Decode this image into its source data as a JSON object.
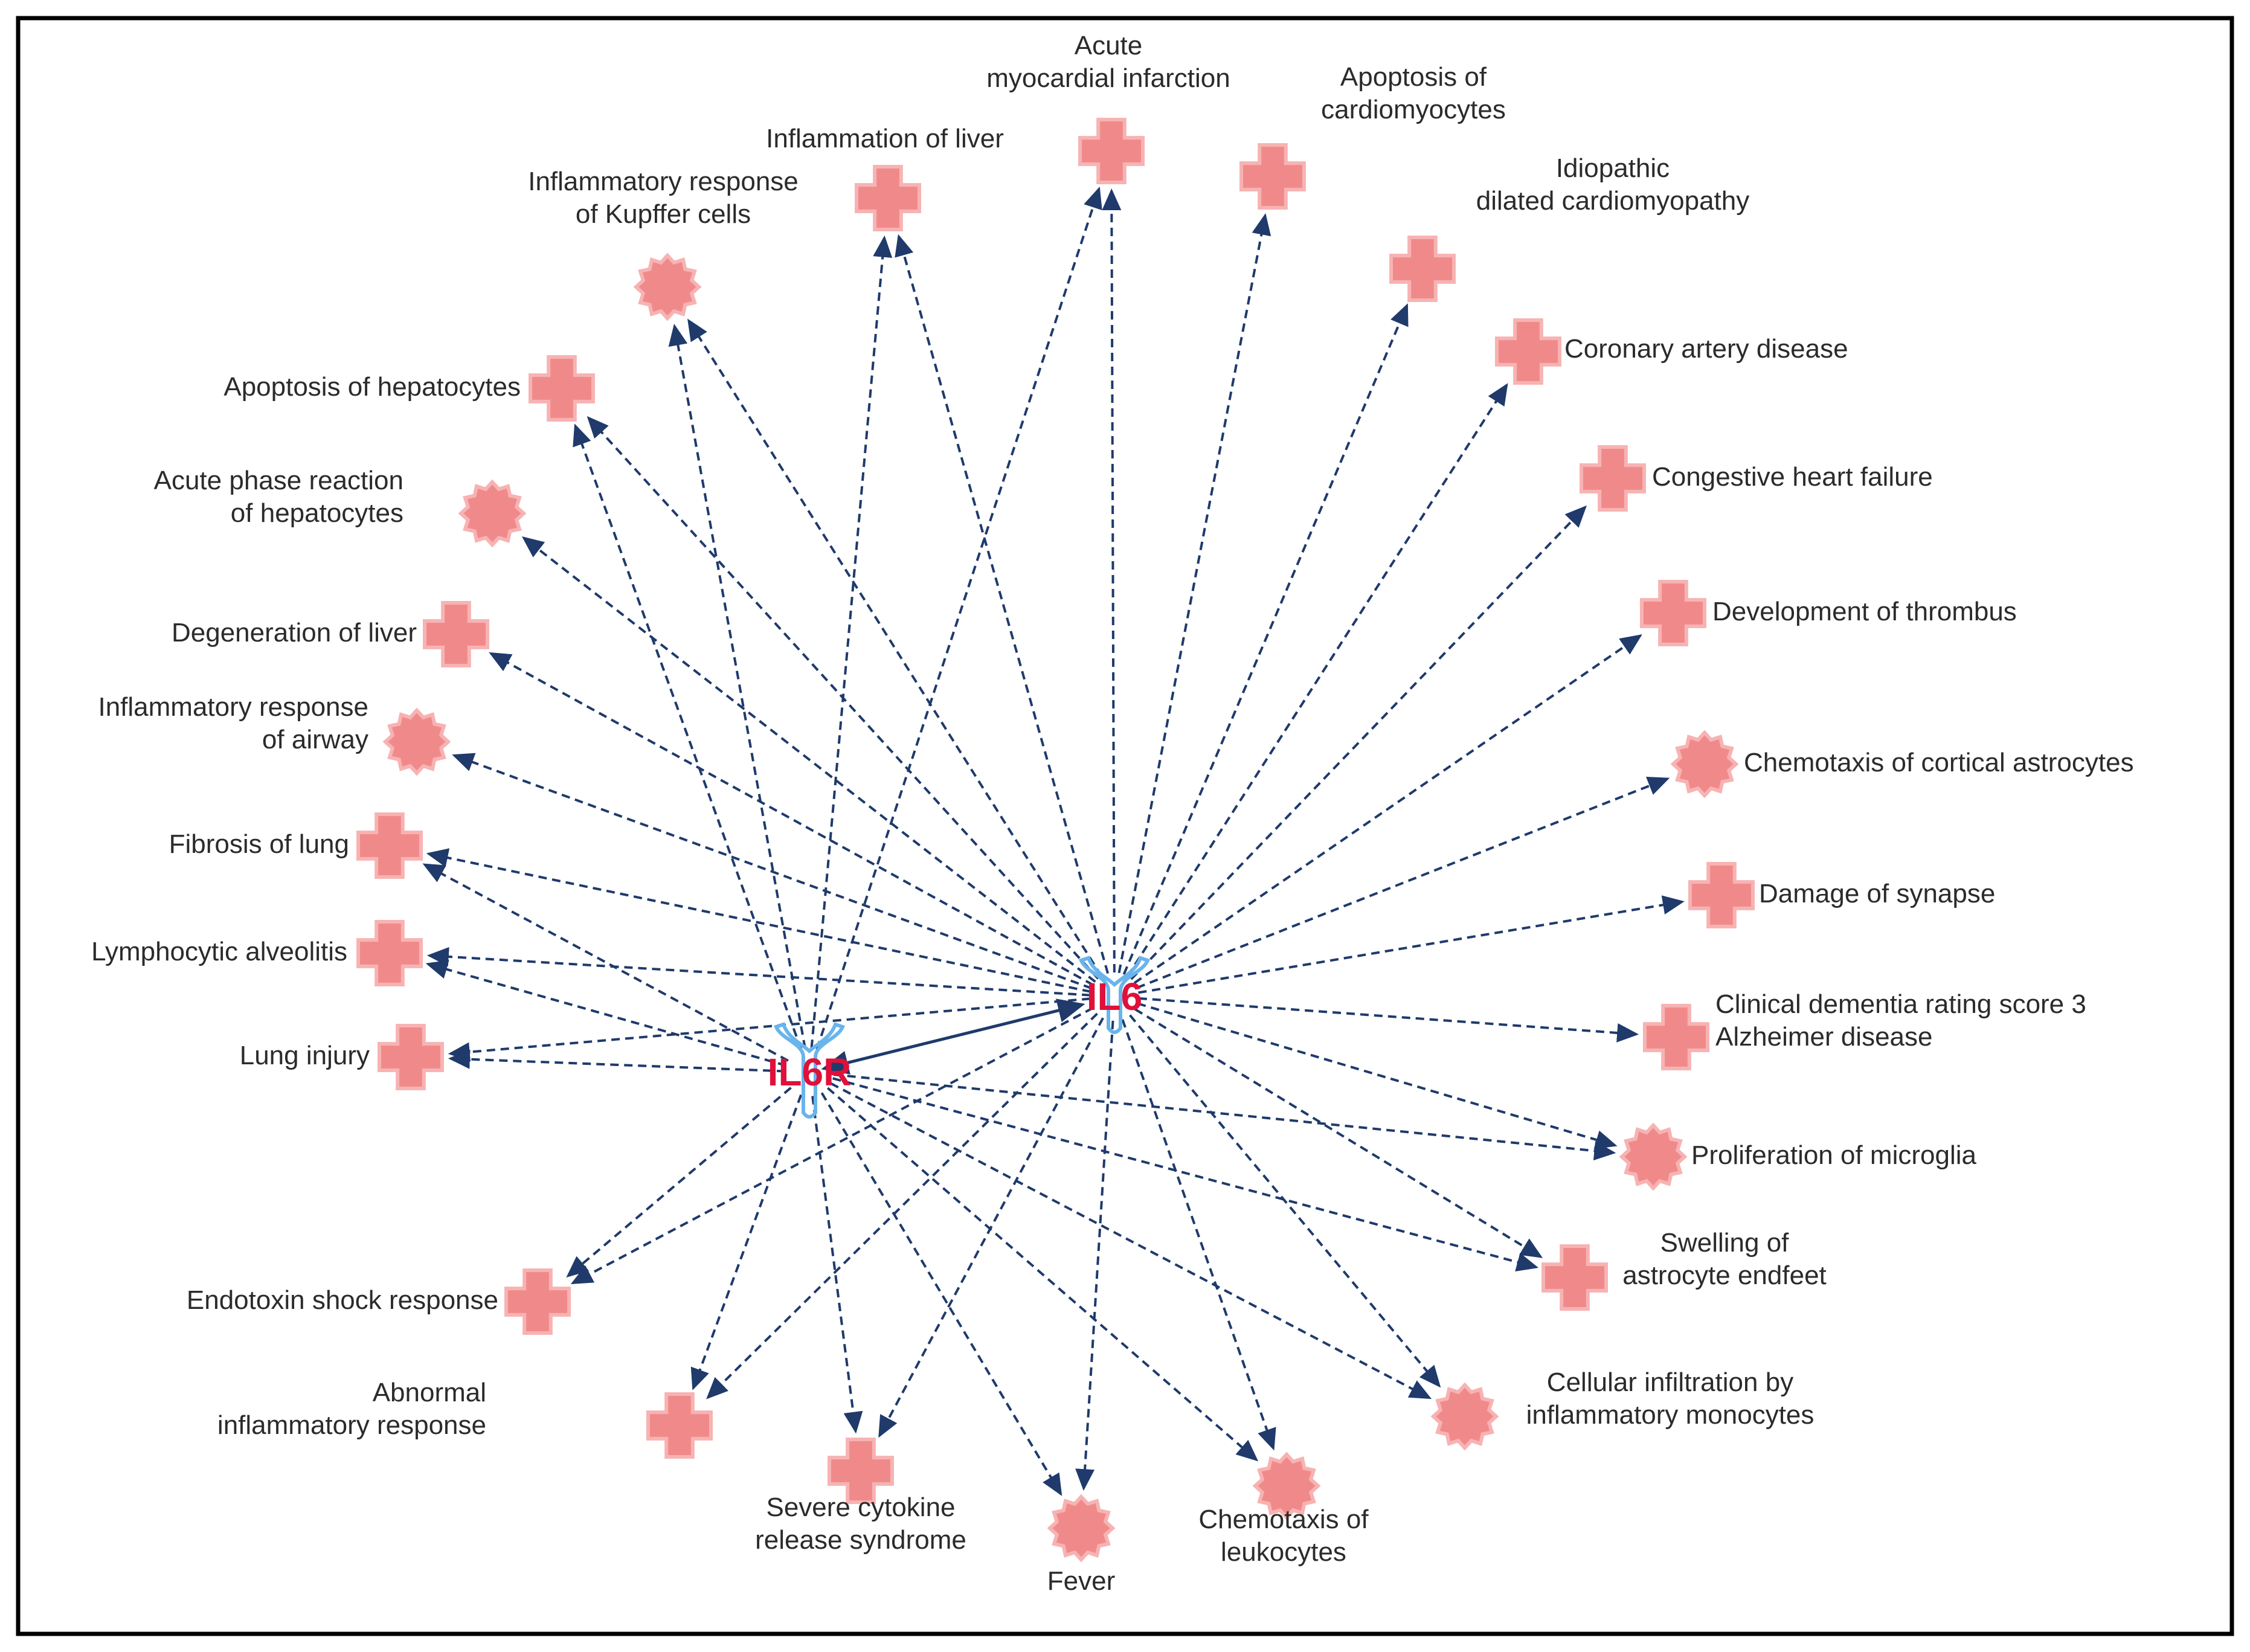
{
  "diagram": {
    "hubs": [
      {
        "id": "IL6",
        "label": "IL6",
        "color": "#e0103a",
        "outline": "#6ab4ec"
      },
      {
        "id": "IL6R",
        "label": "IL6R",
        "color": "#e0103a",
        "outline": "#6ab4ec"
      }
    ],
    "hub_link": {
      "from": "IL6R",
      "to": "IL6",
      "style": "solid",
      "arrows": "both"
    },
    "node_fill": "#f08a8a",
    "node_stroke": "#f7b3b3",
    "edge_color": "#1f3a6b",
    "nodes": [
      {
        "key": "acute-mi",
        "lines": [
          "Acute",
          "myocardial infarction"
        ],
        "shape": "cross",
        "from": [
          "IL6",
          "IL6R"
        ]
      },
      {
        "key": "inflammation-liver",
        "lines": [
          "Inflammation of liver"
        ],
        "shape": "cross",
        "from": [
          "IL6",
          "IL6R"
        ]
      },
      {
        "key": "apoptosis-cardiomyocytes",
        "lines": [
          "Apoptosis of",
          "cardiomyocytes"
        ],
        "shape": "cross",
        "from": [
          "IL6"
        ]
      },
      {
        "key": "idiopathic-dcm",
        "lines": [
          "Idiopathic",
          "dilated cardiomyopathy"
        ],
        "shape": "cross",
        "from": [
          "IL6"
        ]
      },
      {
        "key": "coronary-artery-disease",
        "lines": [
          "Coronary artery disease"
        ],
        "shape": "cross",
        "from": [
          "IL6"
        ]
      },
      {
        "key": "congestive-heart-failure",
        "lines": [
          "Congestive heart failure"
        ],
        "shape": "cross",
        "from": [
          "IL6"
        ]
      },
      {
        "key": "development-thrombus",
        "lines": [
          "Development of thrombus"
        ],
        "shape": "cross",
        "from": [
          "IL6"
        ]
      },
      {
        "key": "chemotaxis-cortical-astrocytes",
        "lines": [
          "Chemotaxis of cortical astrocytes"
        ],
        "shape": "gear",
        "from": [
          "IL6"
        ]
      },
      {
        "key": "damage-synapse",
        "lines": [
          "Damage of synapse"
        ],
        "shape": "cross",
        "from": [
          "IL6"
        ]
      },
      {
        "key": "clinical-dementia",
        "lines": [
          "Clinical dementia rating score 3",
          "Alzheimer disease"
        ],
        "shape": "cross",
        "from": [
          "IL6"
        ]
      },
      {
        "key": "proliferation-microglia",
        "lines": [
          "Proliferation of microglia"
        ],
        "shape": "gear",
        "from": [
          "IL6",
          "IL6R"
        ]
      },
      {
        "key": "swelling-astrocyte",
        "lines": [
          "Swelling of",
          "astrocyte endfeet"
        ],
        "shape": "cross",
        "from": [
          "IL6",
          "IL6R"
        ]
      },
      {
        "key": "cellular-infiltration",
        "lines": [
          "Cellular infiltration by",
          "inflammatory monocytes"
        ],
        "shape": "gear",
        "from": [
          "IL6",
          "IL6R"
        ]
      },
      {
        "key": "chemotaxis-leukocytes",
        "lines": [
          "Chemotaxis of",
          "leukocytes"
        ],
        "shape": "gear",
        "from": [
          "IL6",
          "IL6R"
        ]
      },
      {
        "key": "fever",
        "lines": [
          "Fever"
        ],
        "shape": "gear",
        "from": [
          "IL6",
          "IL6R"
        ]
      },
      {
        "key": "severe-cytokine",
        "lines": [
          "Severe cytokine",
          "release syndrome"
        ],
        "shape": "cross",
        "from": [
          "IL6",
          "IL6R"
        ]
      },
      {
        "key": "abnormal-inflammatory",
        "lines": [
          "Abnormal",
          "inflammatory response"
        ],
        "shape": "cross",
        "from": [
          "IL6",
          "IL6R"
        ]
      },
      {
        "key": "endotoxin-shock",
        "lines": [
          "Endotoxin shock response"
        ],
        "shape": "cross",
        "from": [
          "IL6",
          "IL6R"
        ]
      },
      {
        "key": "lung-injury",
        "lines": [
          "Lung injury"
        ],
        "shape": "cross",
        "from": [
          "IL6",
          "IL6R"
        ]
      },
      {
        "key": "lymphocytic-alveolitis",
        "lines": [
          "Lymphocytic alveolitis"
        ],
        "shape": "cross",
        "from": [
          "IL6",
          "IL6R"
        ]
      },
      {
        "key": "fibrosis-lung",
        "lines": [
          "Fibrosis of lung"
        ],
        "shape": "cross",
        "from": [
          "IL6",
          "IL6R"
        ]
      },
      {
        "key": "inflammatory-airway",
        "lines": [
          "Inflammatory response",
          "of airway"
        ],
        "shape": "gear",
        "from": [
          "IL6"
        ]
      },
      {
        "key": "degeneration-liver",
        "lines": [
          "Degeneration of liver"
        ],
        "shape": "cross",
        "from": [
          "IL6"
        ]
      },
      {
        "key": "acute-phase-reaction",
        "lines": [
          "Acute phase reaction",
          "of hepatocytes"
        ],
        "shape": "gear",
        "from": [
          "IL6"
        ]
      },
      {
        "key": "apoptosis-hepatocytes",
        "lines": [
          "Apoptosis of hepatocytes"
        ],
        "shape": "cross",
        "from": [
          "IL6",
          "IL6R"
        ]
      },
      {
        "key": "inflammatory-kupffer",
        "lines": [
          "Inflammatory response",
          "of Kupffer cells"
        ],
        "shape": "gear",
        "from": [
          "IL6",
          "IL6R"
        ]
      }
    ]
  }
}
